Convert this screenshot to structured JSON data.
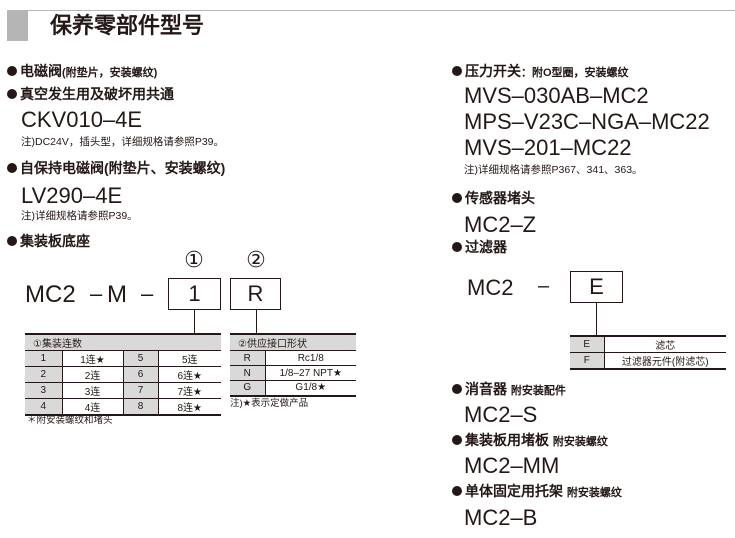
{
  "title": "保养零部件型号",
  "left": {
    "s1_heading": "电磁阀",
    "s1_sub": "(附垫片，安装螺纹)",
    "s2_heading": "真空发生用及破坏用共通",
    "s2_part": "CKV010–4E",
    "s2_note": "注)DC24V，插头型，详细规格请参照P39。",
    "s3_heading": "自保持电磁阀(附垫片、安装螺纹)",
    "s3_part": "LV290–4E",
    "s3_note": "注)详细规格请参照P39。",
    "s4_heading": "集装板底座",
    "code": {
      "base": "MC2",
      "dash1": "–",
      "mid": "M",
      "dash2": "–",
      "box1": "1",
      "box2": "R",
      "circle1": "①",
      "circle2": "②"
    },
    "table1": {
      "header": "①集装连数",
      "rows": [
        [
          "1",
          "1连★",
          "5",
          "5连"
        ],
        [
          "2",
          "2连",
          "6",
          "6连★"
        ],
        [
          "3",
          "3连",
          "7",
          "7连★"
        ],
        [
          "4",
          "4连",
          "8",
          "8连★"
        ]
      ]
    },
    "table2": {
      "header": "②供应接口形状",
      "rows": [
        [
          "R",
          "Rc1/8"
        ],
        [
          "N",
          "1/8–27 NPT★"
        ],
        [
          "G",
          "G1/8★"
        ]
      ]
    },
    "table2_note": "注)★表示定做产品",
    "table1_note": "＊附安装螺纹和堵头"
  },
  "right": {
    "s1_heading": "压力开关",
    "s1_sub": "：附O型圈，安装螺纹",
    "s1_parts": [
      "MVS–030AB–MC2",
      "MPS–V23C–NGA–MC22",
      "MVS–201–MC22"
    ],
    "s1_note": "注)详细规格请参照P367、341、363。",
    "s2_heading": "传感器堵头",
    "s2_part": "MC2–Z",
    "s3_heading": "过滤器",
    "filter_code": {
      "base": "MC2",
      "dash": "–",
      "box": "E"
    },
    "filter_table": [
      [
        "E",
        "滤芯"
      ],
      [
        "F",
        "过滤器元件(附滤芯)"
      ]
    ],
    "s4_heading": "消音器",
    "s4_sub": "附安装配件",
    "s4_part": "MC2–S",
    "s5_heading": "集装板用堵板",
    "s5_sub": "附安装螺纹",
    "s5_part": "MC2–MM",
    "s6_heading": "单体固定用托架",
    "s6_sub": "附安装螺纹",
    "s6_part": "MC2–B"
  }
}
